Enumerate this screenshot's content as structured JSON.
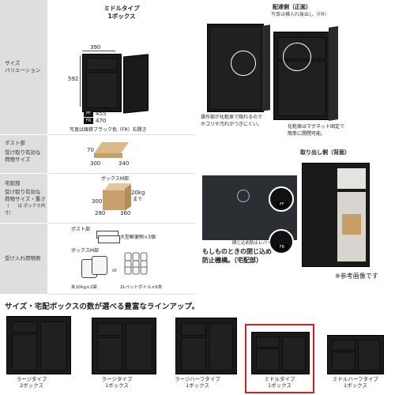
{
  "spec": {
    "type_title_line1": "ミドルタイプ",
    "type_title_line2": "1ボックス",
    "rows": [
      {
        "label_line1": "サイズ",
        "label_line2": "バリエーション"
      },
      {
        "label_line1": "ポスト部",
        "label_line2": "受け取り有効な",
        "label_line3": "荷物サイズ"
      },
      {
        "label_line1": "宅配部",
        "label_line2": "受け取り有効な",
        "label_line3": "荷物サイズ・重さ",
        "label_line4": "（　　は ボックス内寸）"
      },
      {
        "label_line1": "受け入れ荷物例"
      }
    ],
    "dims": {
      "width": "390",
      "height": "592",
      "depth_ff_tag": "FF",
      "depth_ff": "455",
      "depth_fr_tag": "FR",
      "depth_fr": "470"
    },
    "dim_caption": "写真は鋳鉄ブラック色（FR）右開き",
    "post_box": {
      "d1": "70",
      "d2": "300",
      "d3": "340"
    },
    "delivery": {
      "title": "ボックスM部",
      "d1": "300",
      "d2": "280",
      "d3": "360",
      "weight_line1": "20kg",
      "weight_line2": "まで"
    },
    "examples": {
      "post_title": "ポスト部",
      "post_note": "大型郵便物×3個",
      "box_title": "ボックスM部",
      "or": "or",
      "note_rice": "米10kg×2袋",
      "note_bottle": "2Lペットボトル×9本"
    }
  },
  "front": {
    "title": "配達側（正面）",
    "subtitle": "写真は横入れ後出し（FR）",
    "caption_left_line1": "操作部が化粧扉で隠れるので",
    "caption_left_line2": "ホコリや汚れがつきにくい。",
    "caption_right_line1": "化粧扉はマグネット固定で",
    "caption_right_line2": "簡単に開閉可能。"
  },
  "rear": {
    "title": "取り出し側（背面）",
    "caption_line1": "閉じ込め防止レバー",
    "tag_ff": "FF",
    "tag_fr": "FR",
    "bold_line1": "もしものときの閉じ込め",
    "bold_line2": "防止機構。（宅配部）"
  },
  "reference_note": "※参考画像です",
  "headline": "サイズ・宅配ボックスの数が選べる豊富なラインアップ。",
  "lineup": [
    {
      "line1": "ラージタイプ",
      "line2": "2ボックス"
    },
    {
      "line1": "ラージタイプ",
      "line2": "1ボックス"
    },
    {
      "line1": "ラージハーフタイプ",
      "line2": "1ボックス"
    },
    {
      "line1": "ミドルタイプ",
      "line2": "1ボックス"
    },
    {
      "line1": "ミドルハーフタイプ",
      "line2": "1ボックス"
    }
  ],
  "colors": {
    "selected_frame": "#d02020",
    "cabinet": "#1a1a1a",
    "label_bg": "#dedede",
    "box_craft": "#d9b98a"
  }
}
